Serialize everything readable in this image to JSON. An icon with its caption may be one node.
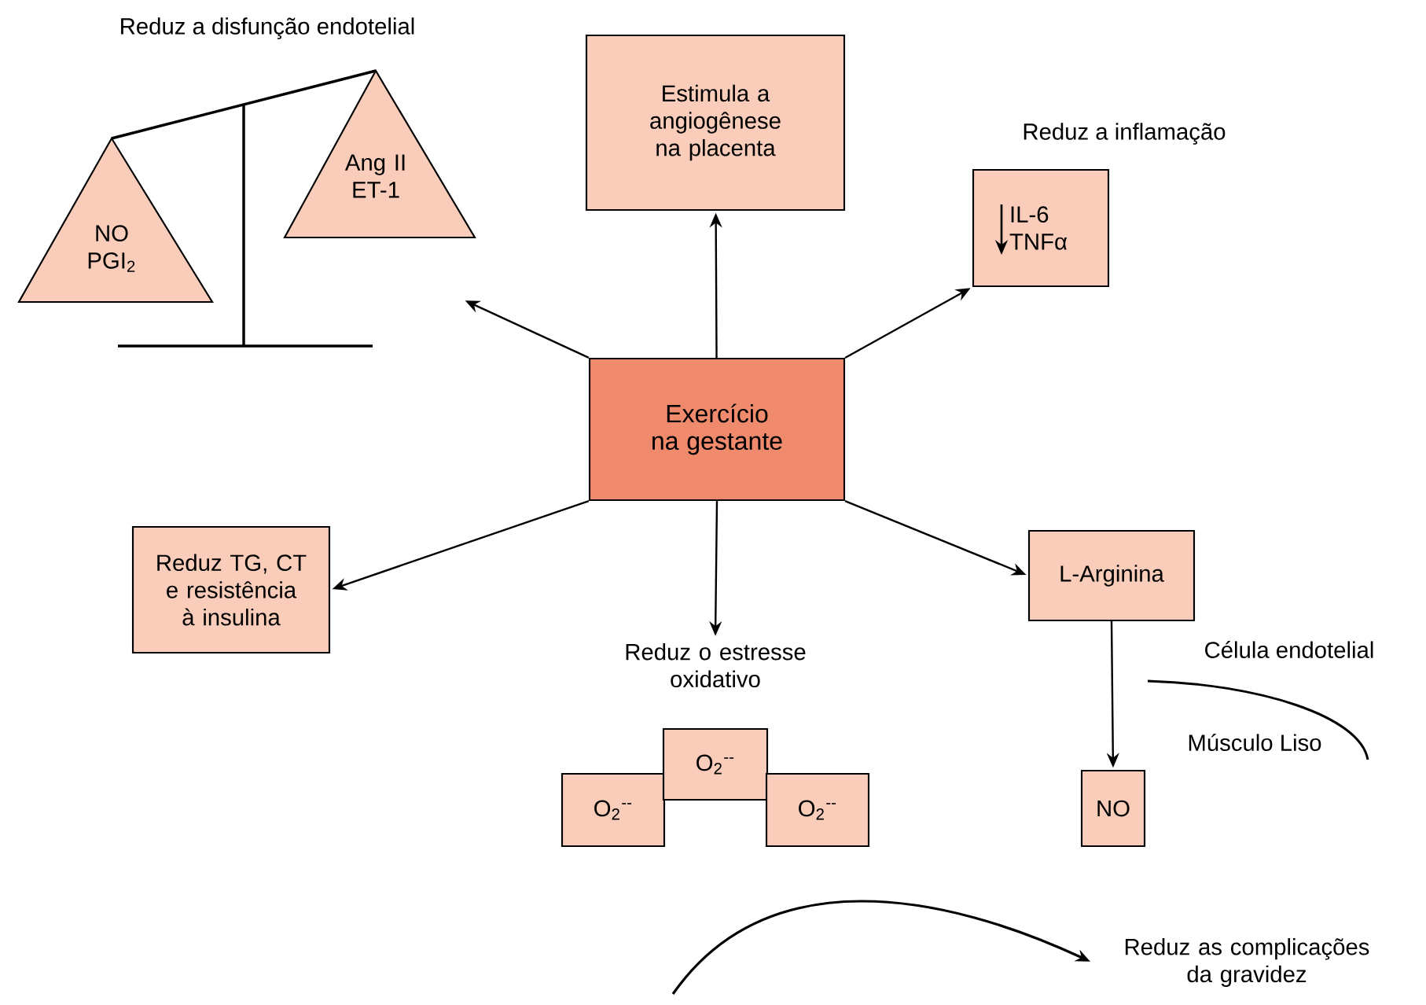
{
  "diagram": {
    "nodes": [
      {
        "text": [
          "Exercício na gestante"
        ]
      },
      {
        "text": [
          "Reduz a disfunção endotelial"
        ]
      },
      {
        "text": [
          "NO PGI$_{2}$"
        ]
      },
      {
        "text": [
          "Ang II ET-1"
        ]
      },
      {
        "text": [
          "Estimula a angiogênese na placenta"
        ]
      },
      {
        "text": [
          "IL-6 TNFα"
        ],
        "beside": [
          "Reduz a inflamação"
        ]
      },
      {
        "text": [
          "Reduz TG, CT e resistência à insulina"
        ]
      },
      {
        "text": [
          "Reduz o estresse oxidativo"
        ]
      },
      {
        "text": [
          "O$_{2}$$^{--}$"
        ]
      },
      {
        "text": [
          "O$_{2}$$^{--}$"
        ]
      },
      {
        "text": [
          "O$_{2}$$^{--}$"
        ]
      },
      {
        "text": [
          "L-Arginina"
        ]
      },
      {
        "text": [
          "NO"
        ]
      },
      {
        "text": [
          "Reduz as complicações da gravidez"
        ]
      }
    ],
    "edges": [
      {
        "from": 0,
        "to": 1,
        "arrow": "to"
      },
      {
        "from": 0,
        "to": 4,
        "arrow": "to"
      },
      {
        "from": 0,
        "to": 5,
        "arrow": "to"
      },
      {
        "from": 0,
        "to": 6,
        "arrow": "to"
      },
      {
        "from": 0,
        "to": 7,
        "arrow": "to"
      },
      {
        "from": 0,
        "to": 11,
        "arrow": "to"
      },
      {
        "from": 11,
        "to": 12,
        "arrow": "to"
      },
      {
        "from": null,
        "to": 13,
        "arrow": "to"
      }
    ],
    "labels": [
      "Célula endotelial",
      "Músculo Liso"
    ]
  }
}
